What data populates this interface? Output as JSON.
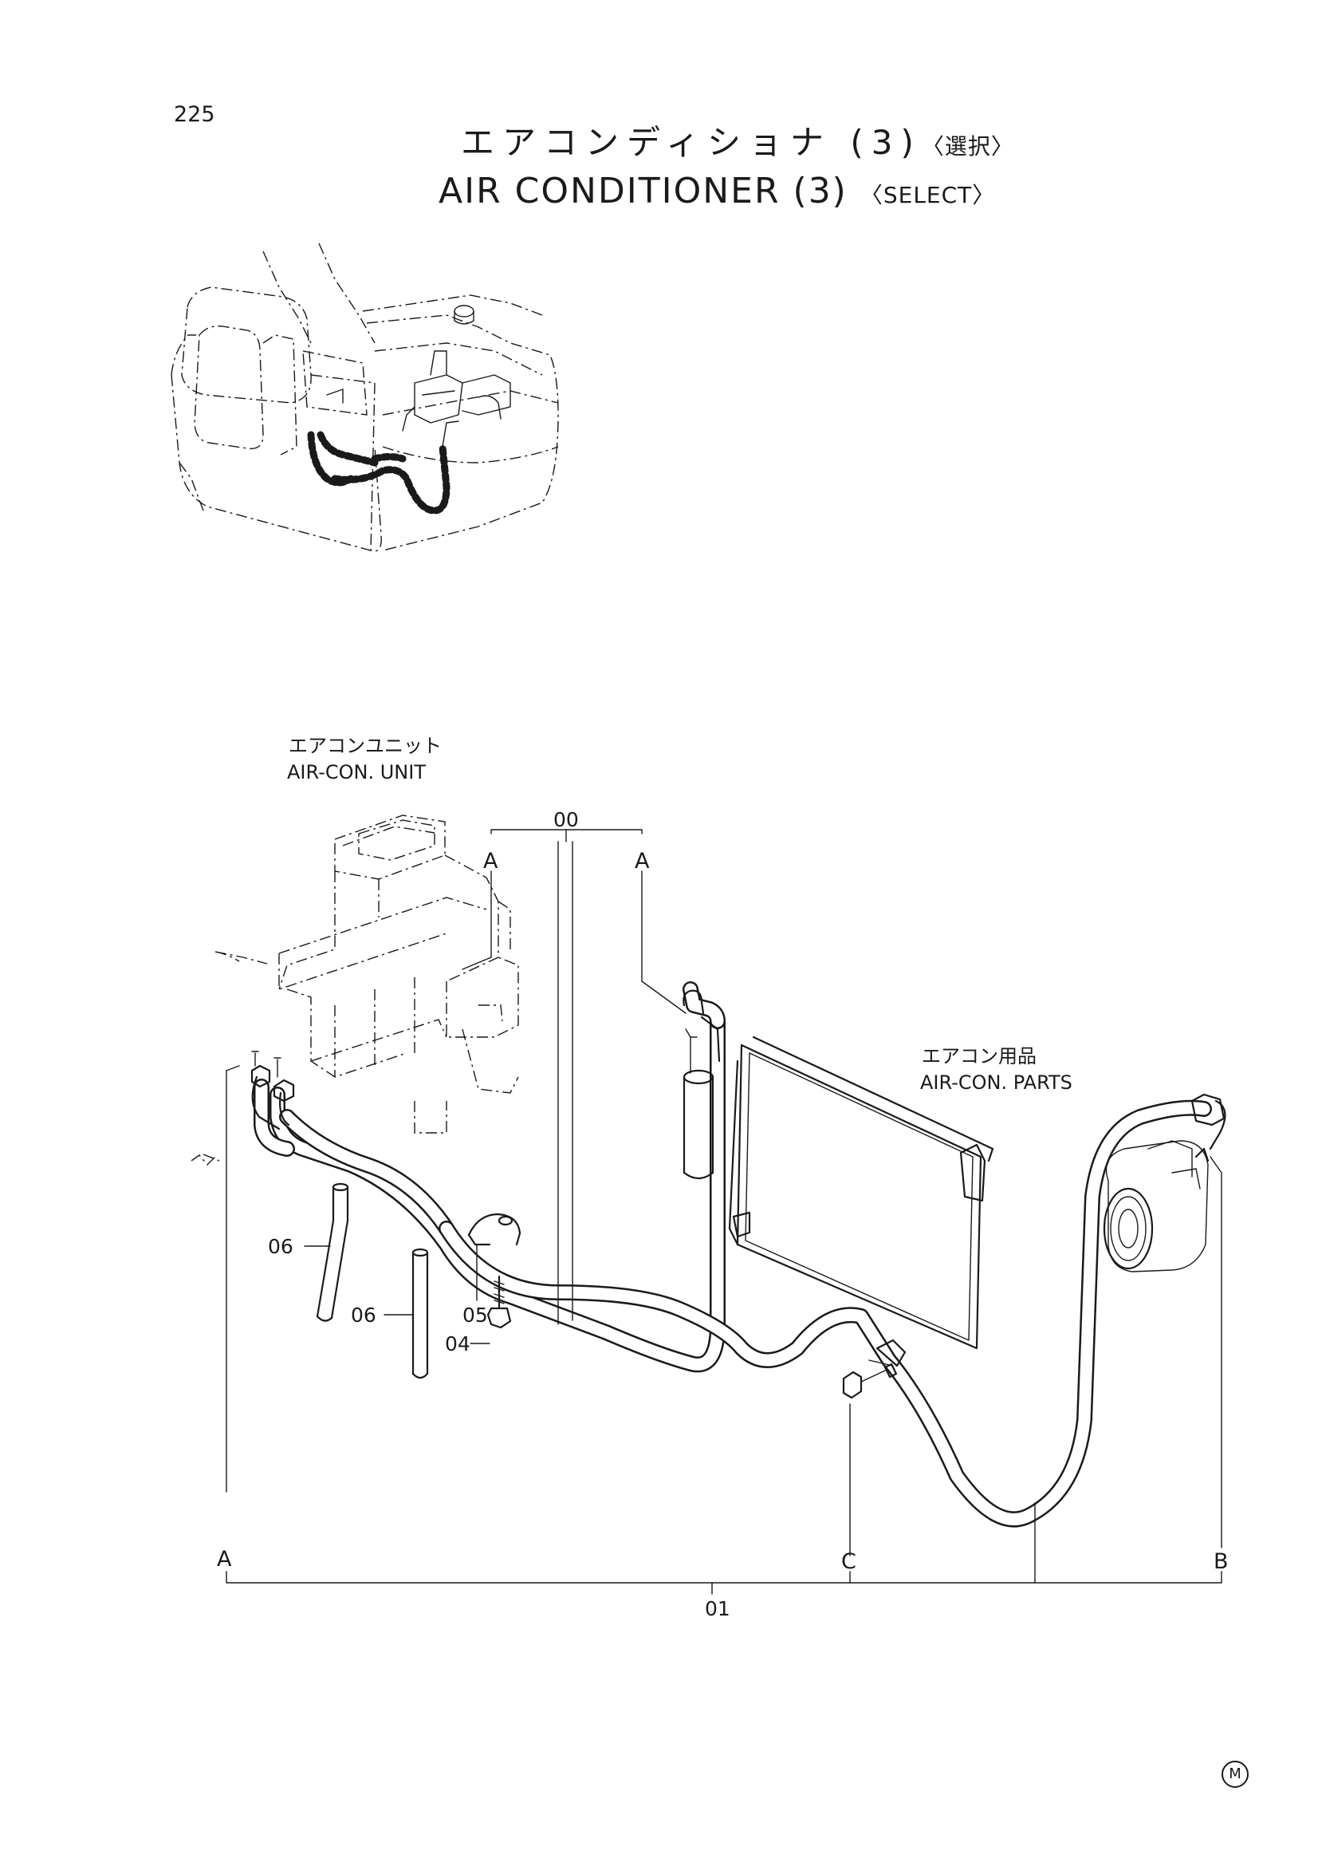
{
  "page_number": "225",
  "title_ja": "エアコンディショナ (3)",
  "title_ja_tag": "〈選択〉",
  "title_en": "AIR CONDITIONER (3)",
  "title_en_tag": "〈SELECT〉",
  "labels": {
    "aircon_unit_ja": "エアコンユニット",
    "aircon_unit_en": "AIR-CON. UNIT",
    "aircon_parts_ja": "エアコン用品",
    "aircon_parts_en": "AIR-CON. PARTS"
  },
  "callouts": {
    "part_00": "00",
    "part_01": "01",
    "part_04": "04",
    "part_05": "05",
    "part_06_left": "06",
    "part_06_right": "06"
  },
  "connection_markers": {
    "top_left_a": "A",
    "top_right_a": "A",
    "bottom_a": "A",
    "bottom_b": "B",
    "bottom_c": "C"
  },
  "footer_mark": "M"
}
